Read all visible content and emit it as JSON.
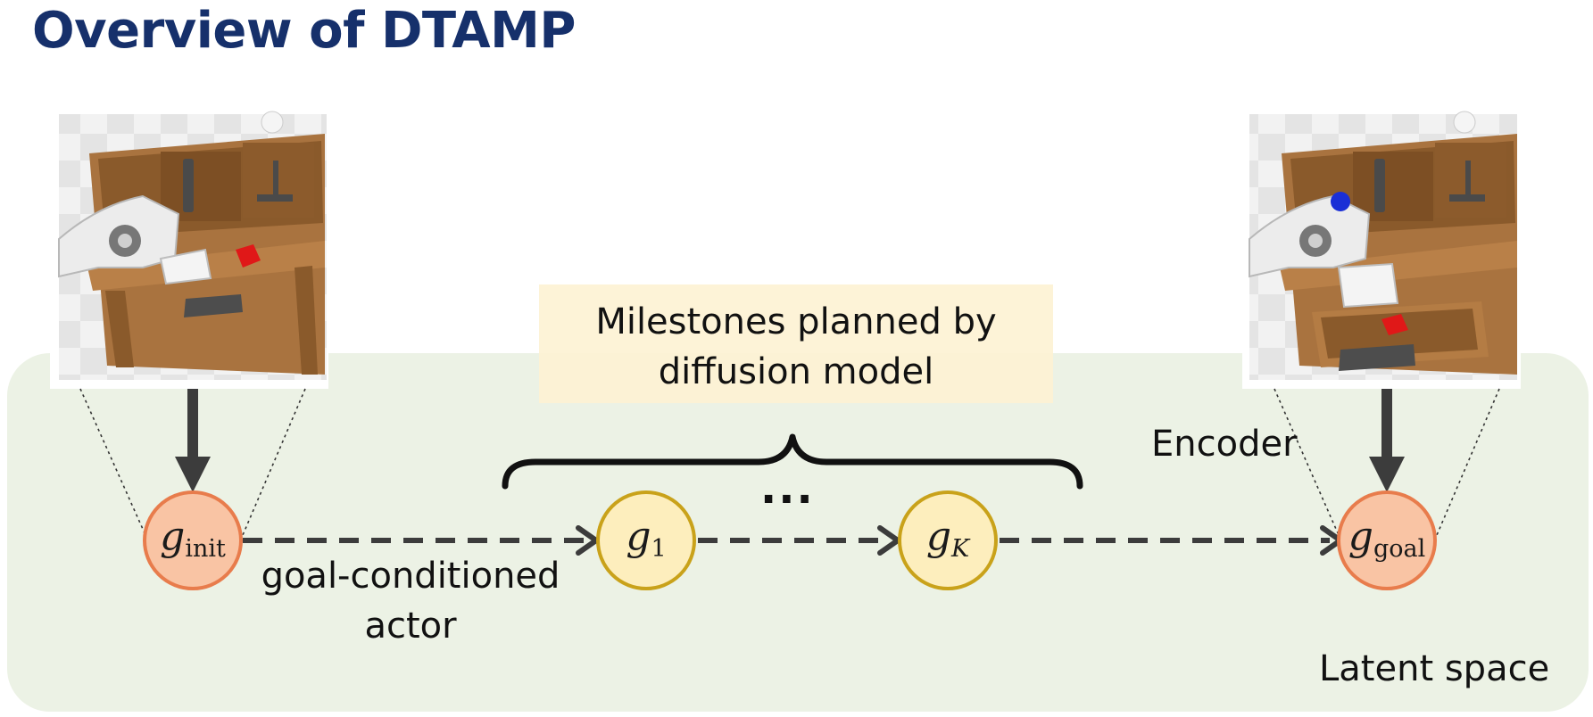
{
  "title": "Overview of DTAMP",
  "milestone_label": {
    "line1": "Milestones planned by",
    "line2": "diffusion model"
  },
  "encoder_label": "Encoder",
  "actor_label": {
    "line1": "goal-conditioned",
    "line2": "actor"
  },
  "latent_space_label": "Latent space",
  "ellipsis": "···",
  "nodes": {
    "init": {
      "symbol": "g",
      "subscript": "init"
    },
    "g1": {
      "symbol": "g",
      "subscript": "1"
    },
    "gK": {
      "symbol": "g",
      "subscript": "K"
    },
    "goal": {
      "symbol": "g",
      "subscript": "goal"
    }
  },
  "images": {
    "initial_observation": "robot-arm-drawer-closed-scene",
    "goal_observation": "robot-arm-drawer-open-scene"
  },
  "colors": {
    "title": "#16306b",
    "latent_space_bg": "#ecf2e5",
    "milestone_box_bg": "#fdf2d4",
    "endpoint_node_fill": "#f9c4a4",
    "endpoint_node_stroke": "#e87c4c",
    "milestone_node_fill": "#fdeebd",
    "milestone_node_stroke": "#c9a21a",
    "arrow": "#3c3c3c",
    "cube_red": "#e01818",
    "cube_blue": "#1a2fd6",
    "wood": "#9c6a3a"
  }
}
